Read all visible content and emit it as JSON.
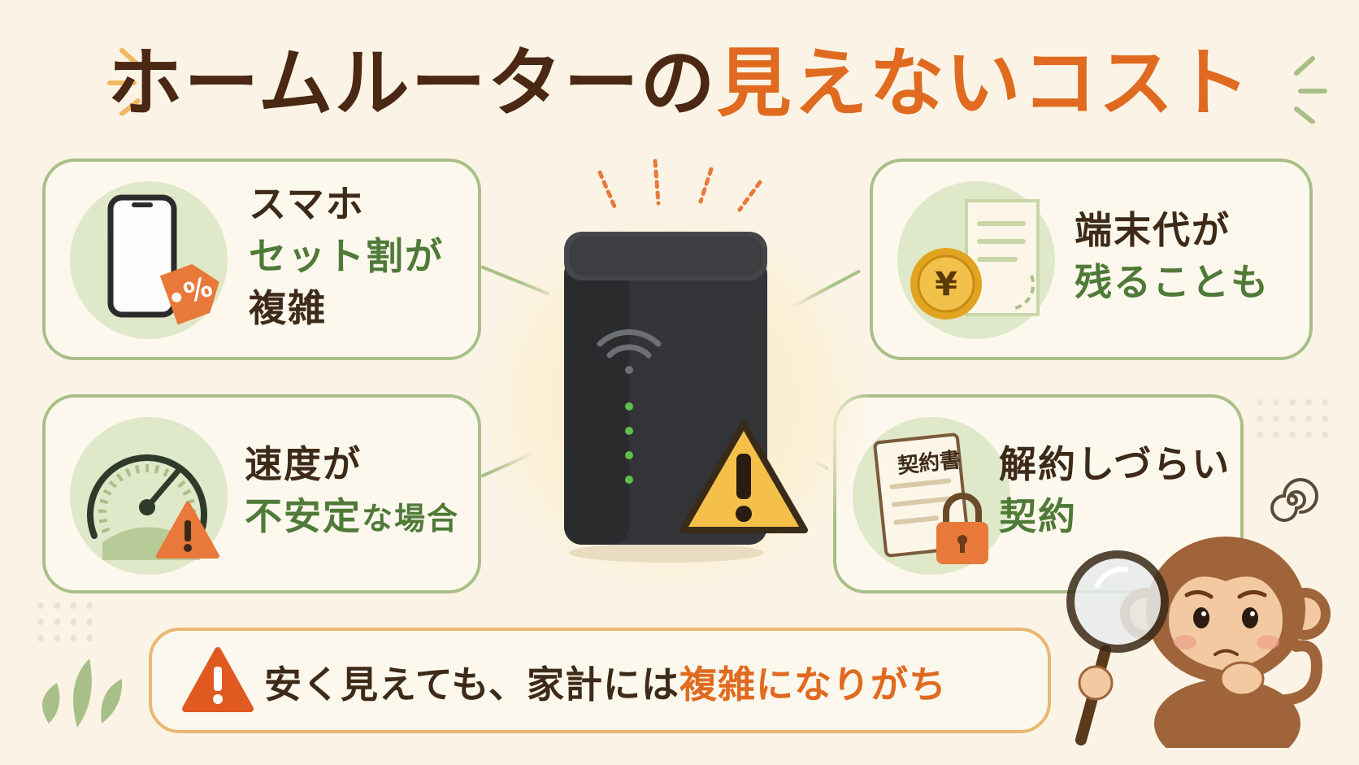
{
  "title": {
    "part1": "ホームルーターの",
    "part2": "見えないコスト"
  },
  "cards": {
    "smartphone": {
      "line1": "スマホ",
      "line2": "セット割が",
      "line3": "複雑",
      "tag": "%"
    },
    "device_cost": {
      "line1": "端末代が",
      "line2": "残ることも",
      "coin": "¥"
    },
    "speed": {
      "line1": "速度が",
      "line2a": "不安定",
      "line2b": "な場合"
    },
    "contract": {
      "line1": "解約しづらい",
      "line2": "契約",
      "doc_label": "契約書"
    }
  },
  "banner": {
    "text1": "安く見えても、家計には",
    "text2": "複雑になりがち"
  },
  "colors": {
    "title_dark": "#4a2814",
    "accent_orange": "#e06a1f",
    "green": "#4f7a38",
    "card_border": "#a9bf88",
    "warning_yellow": "#f5c04a",
    "router": "#3a3b3d"
  },
  "icons": [
    "smartphone-icon",
    "price-tag-icon",
    "coin-icon",
    "receipt-icon",
    "speedometer-icon",
    "warning-icon",
    "contract-document-icon",
    "padlock-icon",
    "wifi-icon",
    "monkey-mascot",
    "magnifier-icon",
    "confused-swirl-icon",
    "leaf-icon"
  ]
}
